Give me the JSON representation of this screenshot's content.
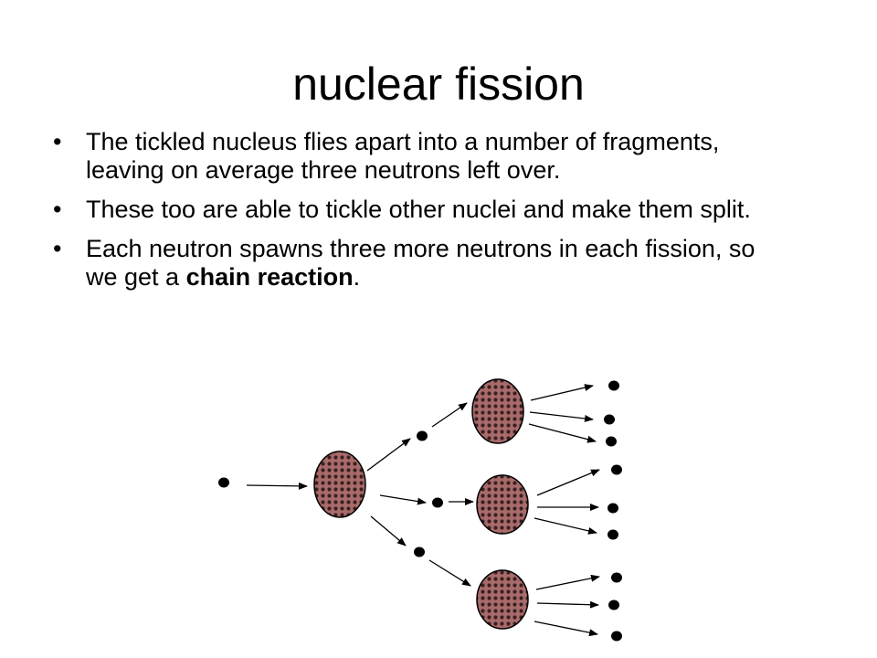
{
  "slide": {
    "title": "nuclear fission",
    "bullet_marker": "•",
    "bullets": [
      {
        "parts": [
          {
            "text": "The tickled nucleus flies apart into a number of fragments, leaving on average three neutrons left over."
          }
        ]
      },
      {
        "parts": [
          {
            "text": "These too are able to tickle other nuclei and make them split."
          }
        ]
      },
      {
        "parts": [
          {
            "text": "Each neutron spawns three more neutrons in each fission, so we get a "
          },
          {
            "text": "chain reaction",
            "bold": true
          },
          {
            "text": "."
          }
        ]
      }
    ]
  },
  "diagram": {
    "nucleus_fill": "#a86a6a",
    "nucleus_dot": "#3a2020",
    "neutron_color": "#000000",
    "arrow_color": "#000000"
  }
}
